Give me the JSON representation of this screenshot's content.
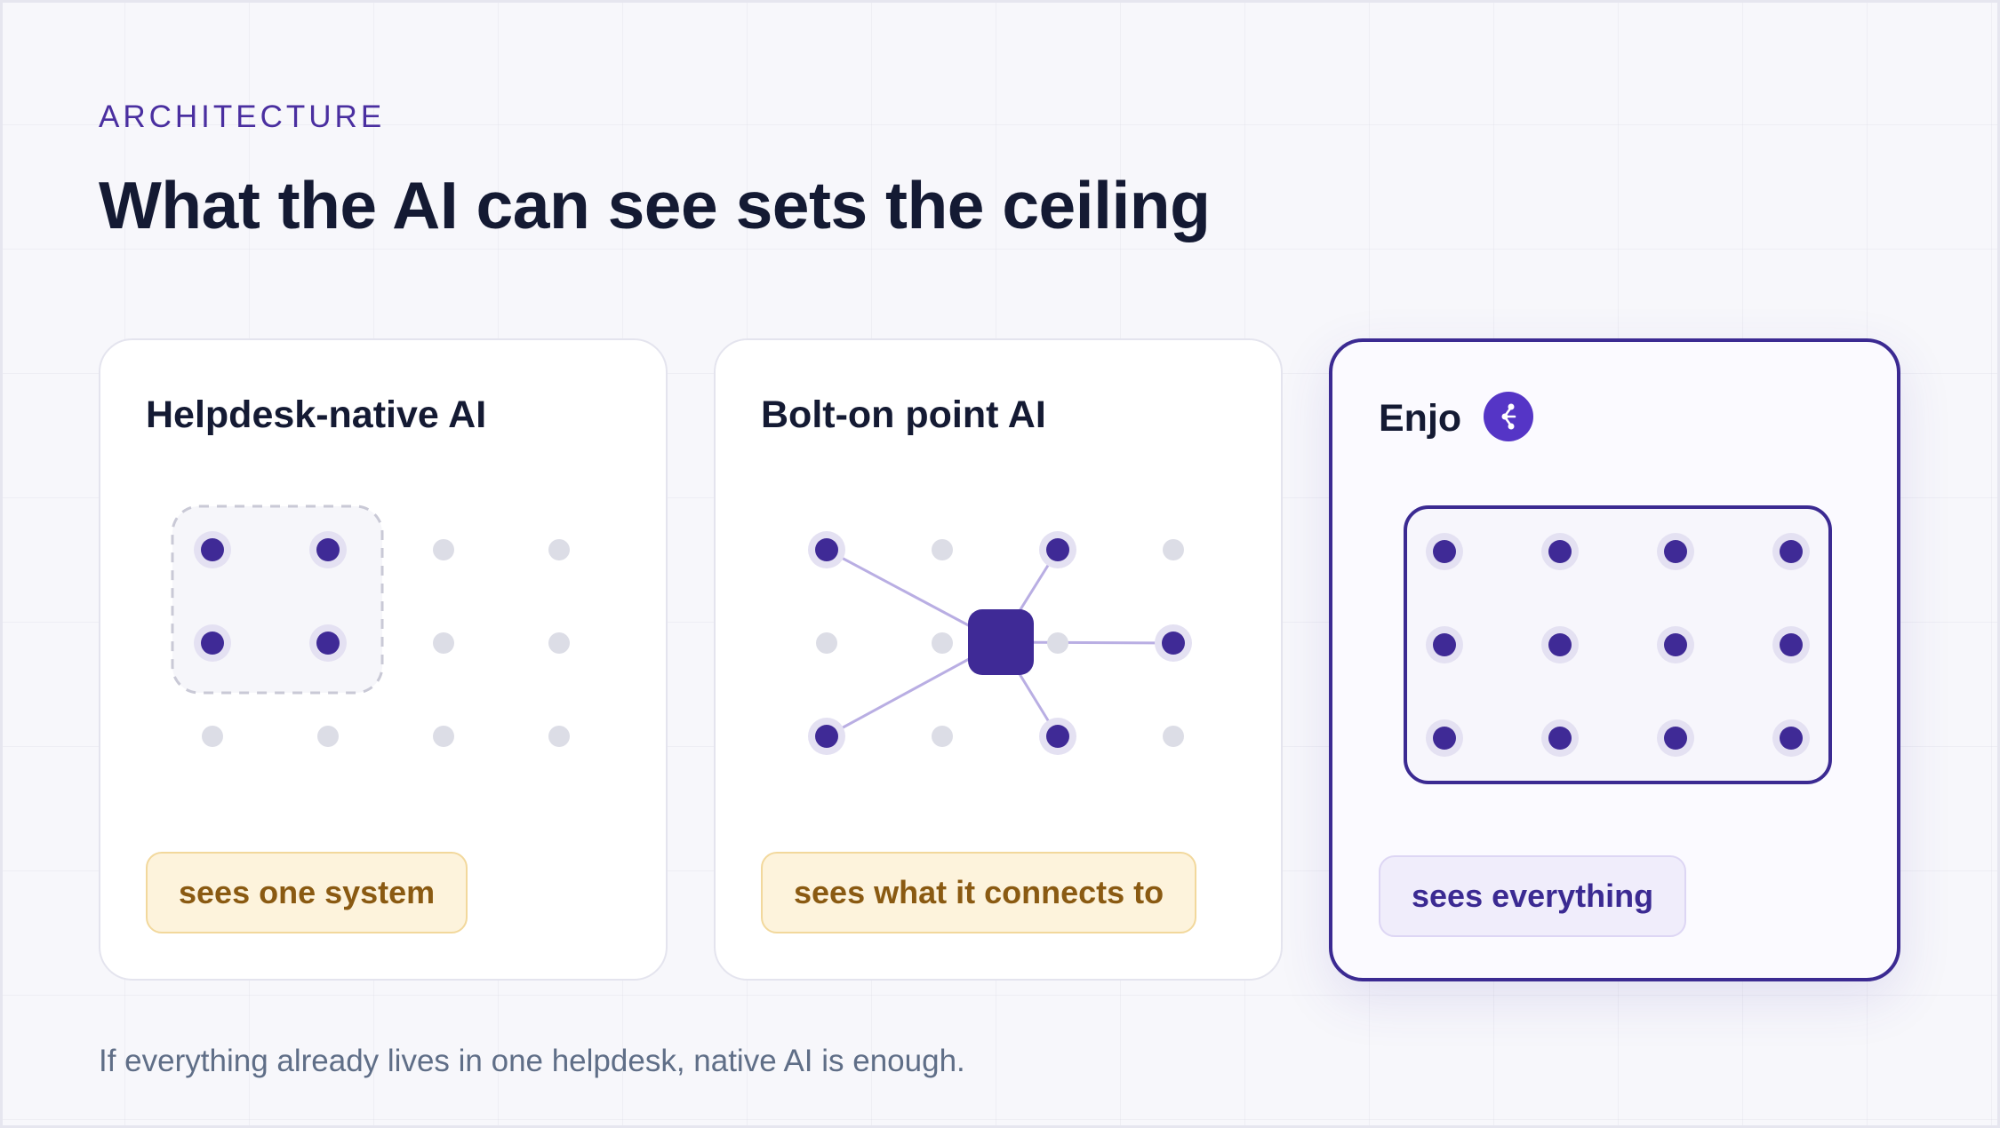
{
  "eyebrow": "ARCHITECTURE",
  "headline": "What the AI can see sets the ceiling",
  "cards": [
    {
      "title": "Helpdesk-native AI",
      "badge": "sees one system"
    },
    {
      "title": "Bolt-on point AI",
      "badge": "sees what it connects to"
    },
    {
      "title": "Enjo",
      "badge": "sees everything",
      "logo_icon": "enjo-logo-icon"
    }
  ],
  "footnote": "If everything already lives in one helpdesk, native AI is enough.",
  "colors": {
    "accent": "#3b2a92",
    "active_node": "#3f2a96",
    "inactive_node": "#dcdde6",
    "badge_amber_bg": "#fdf3dc",
    "badge_amber_text": "#8a5a12",
    "badge_violet_bg": "#f0edfb",
    "badge_violet_text": "#3b2a92"
  }
}
